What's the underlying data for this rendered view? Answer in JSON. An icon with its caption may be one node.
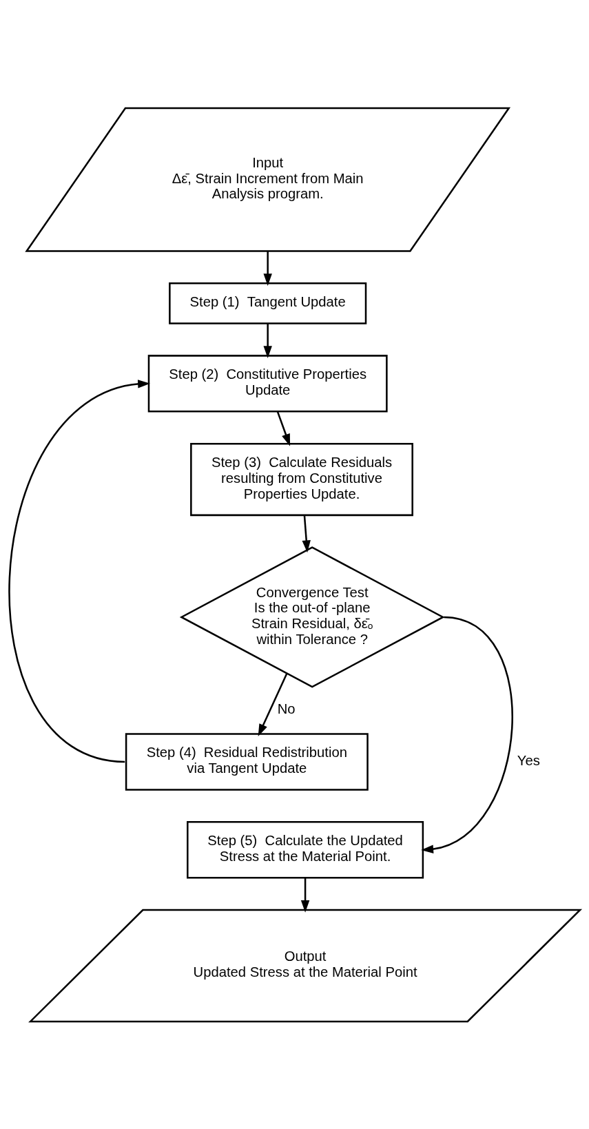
{
  "diagram": {
    "nodes": [
      {
        "text": [
          "Input",
          "Δε̄, Strain Increment from Main Analysis program."
        ]
      },
      {
        "text": [
          "Step (1)  Tangent Update"
        ]
      },
      {
        "text": [
          "Step (2)  Constitutive Properties Update"
        ]
      },
      {
        "text": [
          "Step (3)  Calculate Residuals resulting from Constitutive Properties Update."
        ]
      },
      {
        "text": [
          "Convergence Test",
          "Is the out-of -plane Strain Residual, δε̄ₒ within Tolerance ?"
        ]
      },
      {
        "text": [
          "Step (4)  Residual Redistribution via Tangent Update"
        ]
      },
      {
        "text": [
          "Step (5)  Calculate the Updated Stress at the Material Point."
        ]
      },
      {
        "text": [
          "Output",
          "Updated Stress at the Material Point"
        ]
      }
    ],
    "edges": [
      {
        "from": 0,
        "to": 1,
        "arrow": "to"
      },
      {
        "from": 1,
        "to": 2,
        "arrow": "to"
      },
      {
        "from": 2,
        "to": 3,
        "arrow": "to"
      },
      {
        "from": 3,
        "to": 4,
        "arrow": "to"
      },
      {
        "from": 4,
        "to": 5,
        "label": "No",
        "arrow": "to"
      },
      {
        "from": 5,
        "to": 2,
        "arrow": "to"
      },
      {
        "from": 4,
        "to": 6,
        "label": "Yes",
        "arrow": "to"
      },
      {
        "from": 6,
        "to": 7,
        "arrow": "to"
      }
    ]
  }
}
